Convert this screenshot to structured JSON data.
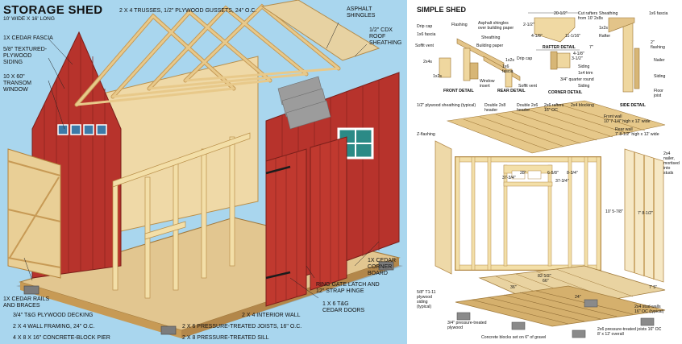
{
  "left": {
    "title": "STORAGE SHED",
    "subtitle": "10' WIDE X 16' LONG",
    "labels": {
      "trusses": "2 X 4 TRUSSES, 1/2\" PLYWOOD GUSSETS, 24\" O.C.",
      "shingles": "ASPHALT\nSHINGLES",
      "sheathing": "1/2\" CDX\nROOF\nSHEATHING",
      "fascia": "1X CEDAR FASCIA",
      "siding": "5/8\" TEXTURED-\nPLYWOOD\nSIDING",
      "transom": "10 X 60\"\nTRANSOM\nWINDOW",
      "rails": "1X CEDAR RAILS\nAND BRACES",
      "decking": "3/4\" T&G PLYWOOD DECKING",
      "wall_framing": "2 X 4 WALL FRAMING, 24\" O.C.",
      "pier": "4 X 8 X 16\" CONCRETE-BLOCK PIER",
      "sill": "2 X 8 PRESSURE-TREATED SILL",
      "joists": "2 X 6 PRESSURE-TREATED JOISTS, 16\" O.C.",
      "interior_wall": "2 X 4 INTERIOR WALL",
      "cedar_doors": "1 X 6 T&G\nCEDAR DOORS",
      "ring_gate": "RING GATE LATCH AND\n12\" STRAP HINGE",
      "corner_board": "1X CEDAR\nCORNER\nBOARD"
    }
  },
  "right": {
    "title": "SIMPLE SHED",
    "details": {
      "front": "FRONT DETAIL",
      "rear": "REAR DETAIL",
      "rafter": "RAFTER DETAIL",
      "corner": "CORNER DETAIL",
      "side": "SIDE DETAIL"
    },
    "labels": {
      "drip_cap": "Drip cap",
      "fascia_1x6": "1x6 fascia",
      "flashing": "Flashing",
      "asphalt": "Asphalt shingles\nover building paper",
      "sheathing": "Sheathing",
      "building_paper": "Building paper",
      "soffit_vent": "Soffit vent",
      "twox4s": "2x4s",
      "window_insert": "Window\ninsert",
      "one_x2s": "1x2s",
      "one_x6_fascia": "1x6\nfascia",
      "soffit_vent2": "Soffit vent",
      "drip_cap2": "Drip cap",
      "one_x2s_b": "1x2s",
      "dim_20": "20-1/2\"",
      "dim_2": "2-1/2\"",
      "cut_rafters": "Cut rafters\nfrom 10' 2x8s",
      "dim_4a": "4-1/8\"",
      "dim_11": "11-1/16\"",
      "dim_4b": "4-1/8\"",
      "dim_3": "3-1/2\"",
      "dim_7": "7\"",
      "siding": "Siding",
      "one_x4_trim": "1x4 trim",
      "quarter_round": "3/4\" quarter round",
      "siding2": "Siding",
      "sheathing_r": "Sheathing",
      "one_x6_fascia_r": "1x6 fascia",
      "one_x2s_r": "1x2s",
      "rafter": "Rafter",
      "two_inch": "2\"\nflashing",
      "nailer": "Nailer",
      "siding3": "Siding",
      "floor_joist": "Floor\njoist",
      "plywood_sheathing": "1/2\" plywood sheathing (typical)",
      "double_2x8": "Double 2x8\nheader",
      "double_2x6": "Double 2x6\nheader",
      "two_x6_rafters": "2x6 rafters\n16\" OC",
      "two_x4_blocking": "2x4 blocking",
      "front_wall": "Front wall\n10' 7-1/4\" high x 12' wide",
      "rear_wall": "Rear wall\n7' 8-1/2\" high x 12' wide",
      "z_flashing": "Z-flashing",
      "dim_28": "28\"",
      "dim_6_58": "6-5/8\"",
      "dim_8_3_4": "8-3/4\"",
      "dim_37_a": "37-3/4\"",
      "dim_37_b": "37-3/4\"",
      "dim_10_5": "10' 5-7/8\"",
      "dim_7_8": "7' 8-1/2\"",
      "nailer_mortised": "2x4\nnailer,\nmortised\ninto\nstuds",
      "dim_82": "82-1/2\"",
      "dim_36": "36\"",
      "dim_66": "66\"",
      "dim_24": "24\"",
      "dim_7_5": "7' 5\"",
      "t1_11": "5/8\" T1-11\nplywood\nsiding\n(typical)",
      "three_q_plywood": "3/4\" pressure-treated\nplywood",
      "two_x4_stud": "2x4 stud walls\n16\" OC (typical)",
      "two_x6_joists": "2x6 pressure-treated joists 16\" OC\n8' x 12' overall",
      "concrete_blocks": "Concrete blocks set on 6\" of gravel"
    }
  }
}
